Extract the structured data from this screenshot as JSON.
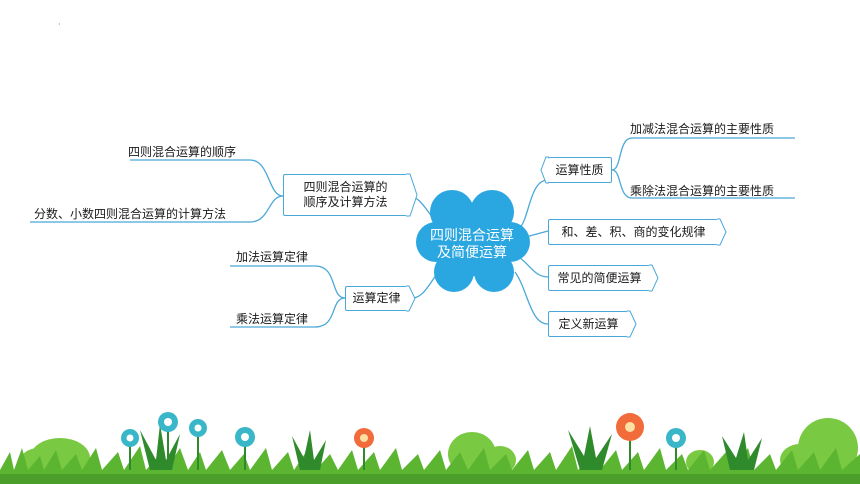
{
  "slide": {
    "corner_mark": "·"
  },
  "mindmap": {
    "center": {
      "line1": "四则混合运算",
      "line2": "及简便运算",
      "color": "#2aa7e0"
    },
    "left": {
      "order": {
        "label_line1": "四则混合运算的",
        "label_line2": "顺序及计算方法",
        "leaves": [
          "四则混合运算的顺序",
          "分数、小数四则混合运算的计算方法"
        ]
      },
      "laws": {
        "label": "运算定律",
        "leaves": [
          "加法运算定律",
          "乘法运算定律"
        ]
      }
    },
    "right": {
      "properties": {
        "label": "运算性质",
        "leaves": [
          "加减法混合运算的主要性质",
          "乘除法混合运算的主要性质"
        ]
      },
      "change_rule": "和、差、积、商的变化规律",
      "common_simplify": "常见的简便运算",
      "new_operation": "定义新运算"
    },
    "line_color": "#4aa8d8"
  }
}
